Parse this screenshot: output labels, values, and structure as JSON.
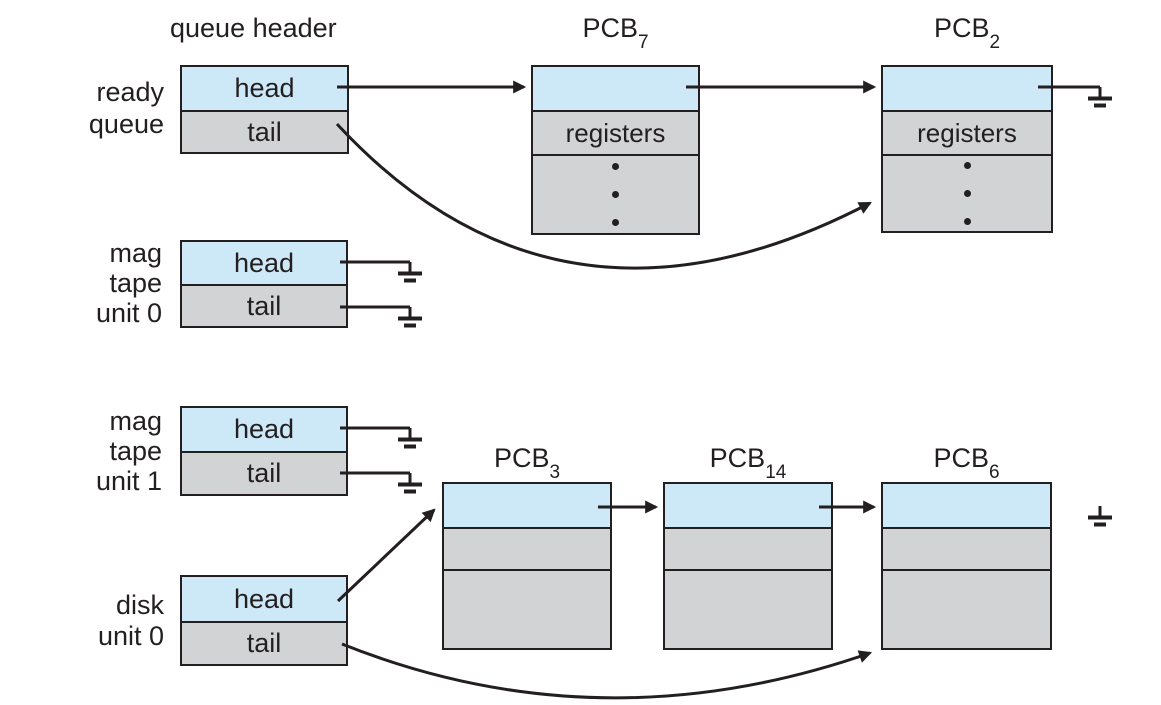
{
  "colors": {
    "ink": "#231f20",
    "pointer_fill": "#cde9f8",
    "body_fill": "#d2d3d5",
    "background": "#ffffff"
  },
  "header": {
    "title": "queue header"
  },
  "queues": [
    {
      "id": "ready-queue",
      "label_lines": [
        "ready",
        "queue"
      ],
      "head": "head",
      "tail": "tail",
      "head_points_to": "PCB7",
      "tail_points_to": "PCB2"
    },
    {
      "id": "mag-tape-unit-0",
      "label_lines": [
        "mag",
        "tape",
        "unit 0"
      ],
      "head": "head",
      "tail": "tail",
      "head_points_to": null,
      "tail_points_to": null
    },
    {
      "id": "mag-tape-unit-1",
      "label_lines": [
        "mag",
        "tape",
        "unit 1"
      ],
      "head": "head",
      "tail": "tail",
      "head_points_to": null,
      "tail_points_to": null
    },
    {
      "id": "disk-unit-0",
      "label_lines": [
        "disk",
        "unit 0"
      ],
      "head": "head",
      "tail": "tail",
      "head_points_to": "PCB3",
      "tail_points_to": "PCB6"
    }
  ],
  "pcbs": [
    {
      "name": "PCB",
      "subscript": "7",
      "register_label": "registers"
    },
    {
      "name": "PCB",
      "subscript": "2",
      "register_label": "registers"
    },
    {
      "name": "PCB",
      "subscript": "3"
    },
    {
      "name": "PCB",
      "subscript": "14"
    },
    {
      "name": "PCB",
      "subscript": "6"
    }
  ],
  "glyphs": {
    "dot": "•"
  }
}
